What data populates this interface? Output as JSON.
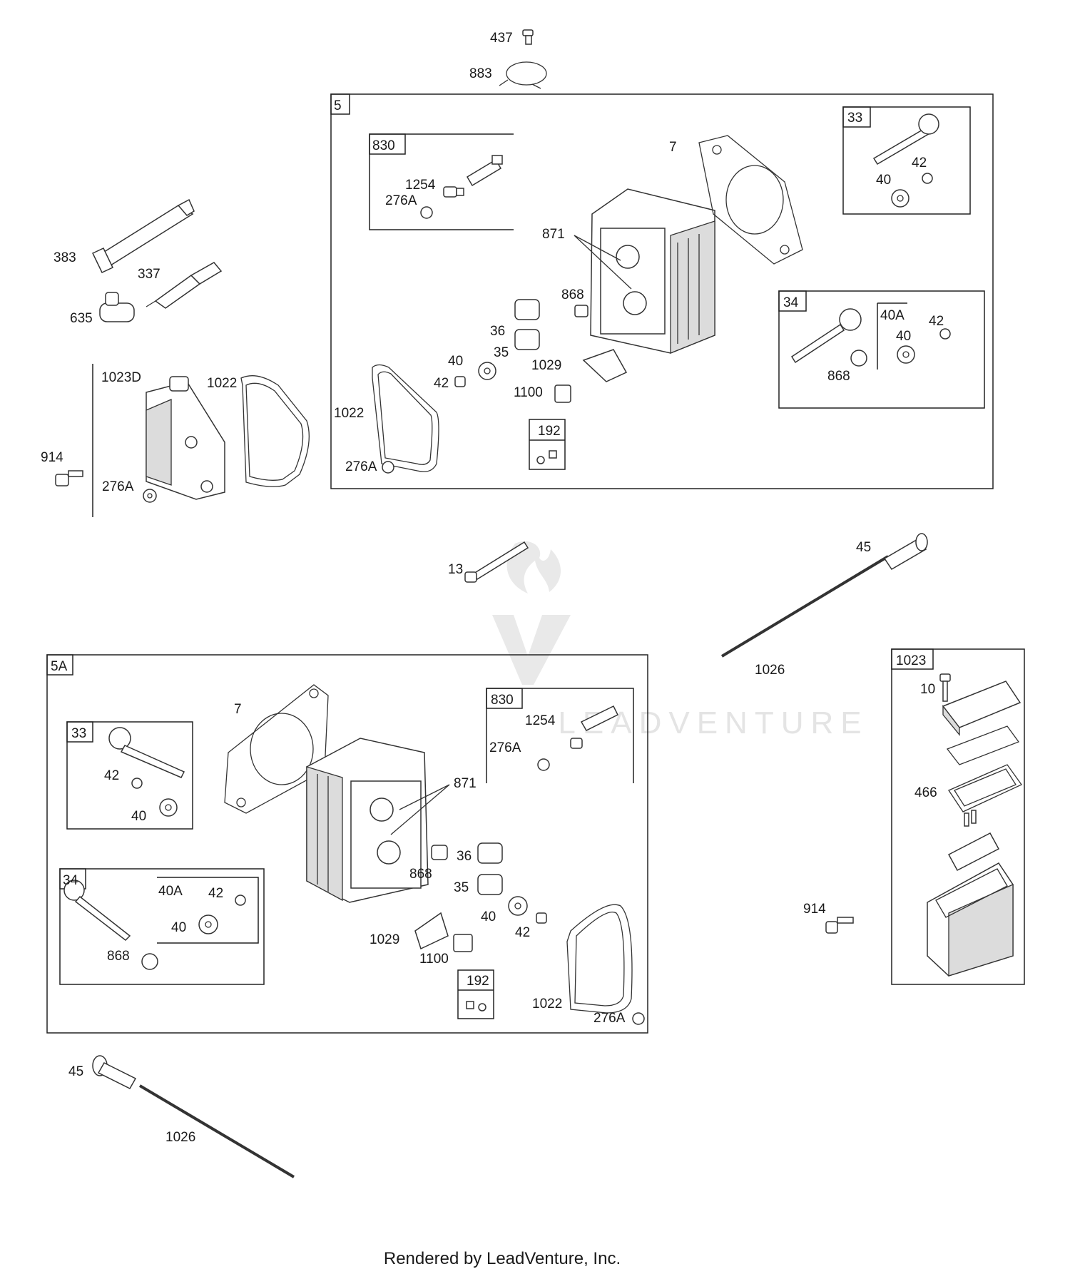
{
  "footer": "Rendered by LeadVenture, Inc.",
  "watermark": {
    "text": "LEADVENTURE"
  },
  "colors": {
    "line": "#222222",
    "watermark": "#e4e4e4",
    "background": "#ffffff"
  },
  "boxes": {
    "b5": "5",
    "b5a": "5A",
    "b830_top": "830",
    "b830_low": "830",
    "b33_top": "33",
    "b33_low": "33",
    "b34_top": "34",
    "b34_low": "34",
    "b40a_top": "40A",
    "b40a_low": "40A",
    "b192_top": "192",
    "b192_low": "192",
    "b1023": "1023",
    "b1023d": "1023D"
  },
  "callouts": {
    "c437": "437",
    "c883": "883",
    "c383": "383",
    "c337": "337",
    "c635": "635",
    "c914a": "914",
    "c276a_cover": "276A",
    "c1022_cover": "1022",
    "t1254": "1254",
    "t276a_830": "276A",
    "t7": "7",
    "t871": "871",
    "t868": "868",
    "t36": "36",
    "t35": "35",
    "t40": "40",
    "t42": "42",
    "t1029": "1029",
    "t1100": "1100",
    "t1022": "1022",
    "t276a_gasket": "276A",
    "t33_42": "42",
    "t33_40": "40",
    "t34_42": "42",
    "t34_40": "40",
    "t34_868": "868",
    "c13": "13",
    "c45a": "45",
    "c1026a": "1026",
    "l7": "7",
    "l1254": "1254",
    "l276a_830": "276A",
    "l871": "871",
    "l36": "36",
    "l35": "35",
    "l868": "868",
    "l40": "40",
    "l42": "42",
    "l1029": "1029",
    "l1100": "1100",
    "l1022": "1022",
    "l276a_gasket": "276A",
    "l33_42": "42",
    "l33_40": "40",
    "l34_42": "42",
    "l34_40": "40",
    "l34_868": "868",
    "r10": "10",
    "r466": "466",
    "c914b": "914",
    "c45b": "45",
    "c1026b": "1026"
  }
}
